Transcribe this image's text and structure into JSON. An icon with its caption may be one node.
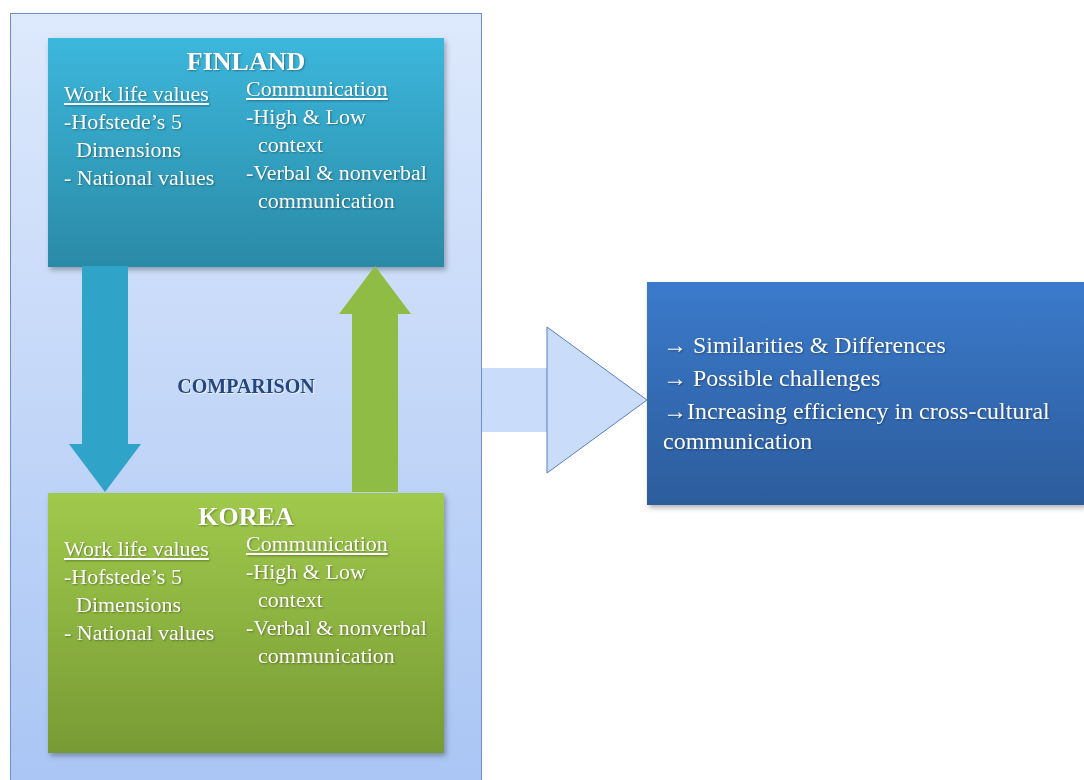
{
  "diagram": {
    "nodes": [
      {
        "text": [
          "COMPARISON"
        ]
      },
      {
        "text": [
          "FINLAND",
          "Work life values",
          "-Hofstede’s 5 Dimensions",
          "- National values",
          "Communication",
          "-High & Low context",
          "-Verbal & nonverbal communication"
        ],
        "in": 0
      },
      {
        "text": [
          "KOREA",
          "Work life values",
          "-Hofstede’s 5 Dimensions",
          "- National values",
          "Communication",
          "-High & Low context",
          "-Verbal & nonverbal communication"
        ],
        "in": 0
      },
      {
        "text": [
          "→ Similarities & Differences",
          "→ Possible challenges",
          "→Increasing efficiency in cross-cultural communication"
        ]
      }
    ],
    "edges": [
      {
        "from": 1,
        "to": 2,
        "arrow": "to",
        "color": "#2fa3c8"
      },
      {
        "from": 2,
        "to": 1,
        "arrow": "to",
        "color": "#8fbc45"
      },
      {
        "from": 0,
        "to": 3,
        "arrow": "to",
        "color": "#c9dcfa"
      }
    ]
  }
}
